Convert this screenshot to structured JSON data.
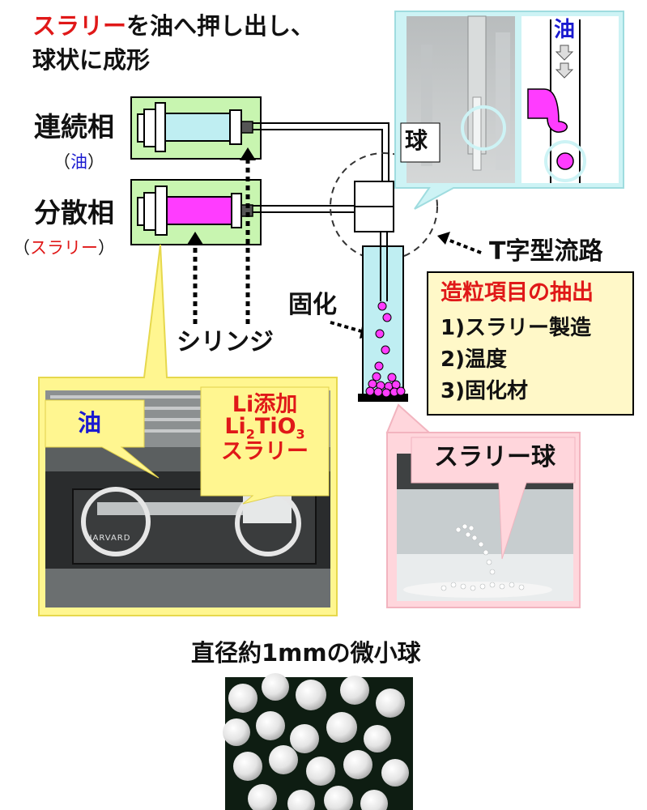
{
  "intro": {
    "line1_red": "スラリー",
    "line1_black": "を油へ押し出し、",
    "line2": "球状に成形"
  },
  "phases": {
    "continuous": {
      "label": "連続相",
      "sub_open": "（",
      "sub": "油",
      "sub_close": "）"
    },
    "dispersed": {
      "label": "分散相",
      "sub_open": "（",
      "sub": "スラリー",
      "sub_close": "）"
    }
  },
  "syringe_label": "シリンジ",
  "tjunction_label": "T字型流路",
  "solidify_label": "固化",
  "inset": {
    "sphere_label": "球",
    "oil_label": "油"
  },
  "extraction": {
    "title": "造粒項目の抽出",
    "items": [
      "1)スラリー製造",
      "2)温度",
      "3)固化材"
    ]
  },
  "photo_left": {
    "oil_label": "油",
    "slurry_line1": "Li添加",
    "slurry_line2_a": "Li",
    "slurry_line2_sub1": "2",
    "slurry_line2_b": "TiO",
    "slurry_line2_sub2": "3",
    "slurry_line3": "スラリー",
    "brand": "HARVARD"
  },
  "photo_right": {
    "label": "スラリー球"
  },
  "bottom": {
    "caption": "直径約1mmの微小球"
  },
  "colors": {
    "red": "#e01818",
    "blue": "#1a1ad0",
    "magenta": "#ff3cff",
    "oil_fill": "#bfeef2",
    "green_box": "#c8f5b0",
    "yellow_callout": "#fff690",
    "pink_callout": "#ffd6dc",
    "cyan_callout": "#cdf3f5"
  }
}
